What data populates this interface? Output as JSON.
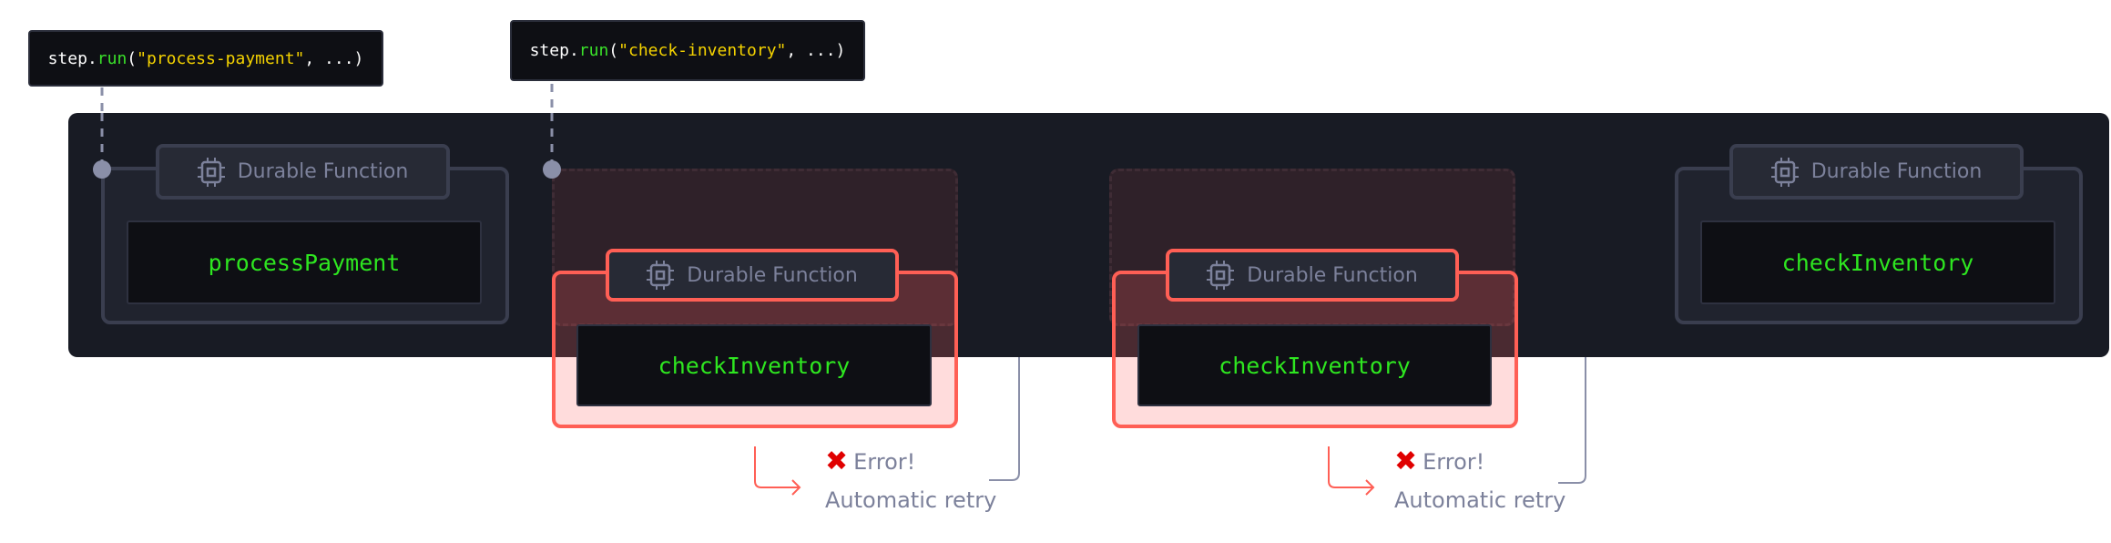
{
  "code_labels": [
    {
      "obj": "step.",
      "fn": "run",
      "open": "(",
      "arg": "\"process-payment\"",
      "rest": ", ...)"
    },
    {
      "obj": "step.",
      "fn": "run",
      "open": "(",
      "arg": "\"check-inventory\"",
      "rest": ", ...)"
    }
  ],
  "cards": [
    {
      "badge": "Durable Function",
      "function": "processPayment",
      "state": "success"
    },
    {
      "badge": "Durable Function",
      "function": "checkInventory",
      "state": "error"
    },
    {
      "badge": "Durable Function",
      "function": "checkInventory",
      "state": "error"
    },
    {
      "badge": "Durable Function",
      "function": "checkInventory",
      "state": "success"
    }
  ],
  "errors": [
    {
      "label": "Error!",
      "retry": "Automatic retry"
    },
    {
      "label": "Error!",
      "retry": "Automatic retry"
    }
  ],
  "icons": {
    "badge": "cpu-chip-icon",
    "error": "x-mark-icon"
  },
  "colors": {
    "panel": "#181b24",
    "error": "#ff5f55",
    "function_text": "#2ee620",
    "string": "#f5d300",
    "muted": "#7c819b"
  }
}
